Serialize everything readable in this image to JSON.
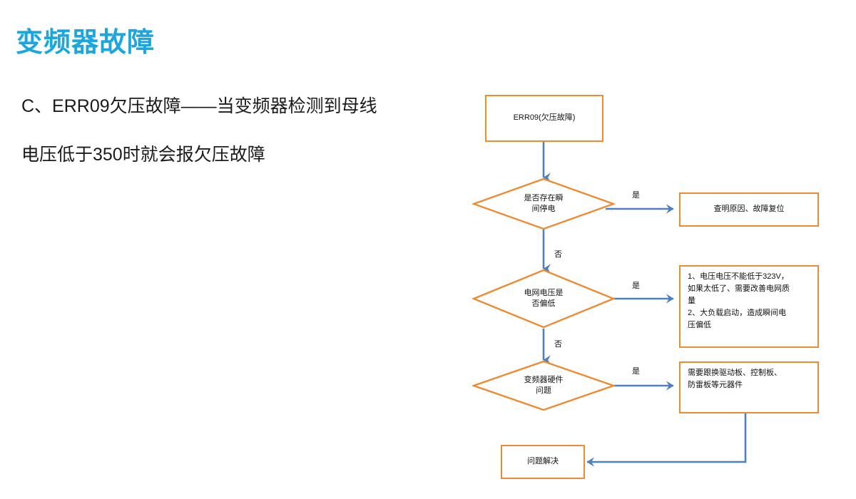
{
  "slide": {
    "title": "变频器故障",
    "title_color": "#1BA6E0",
    "body": [
      "C、ERR09欠压故障——当变频器检测到母线",
      "电压低于350时就会报欠压故障"
    ]
  },
  "palette": {
    "node_border": "#ED8B33",
    "connector": "#4E81BD",
    "title": "#1BA6E0",
    "background": "#FFFFFF"
  },
  "flowchart": {
    "type": "flowchart",
    "nodes": [
      {
        "id": "start",
        "shape": "rectangle",
        "lines": [
          "ERR09(欠压故障)"
        ]
      },
      {
        "id": "d1",
        "shape": "diamond",
        "lines": [
          "是否存在瞬",
          "间停电"
        ]
      },
      {
        "id": "a1",
        "shape": "rectangle",
        "lines": [
          "查明原因、故障复位"
        ]
      },
      {
        "id": "d2",
        "shape": "diamond",
        "lines": [
          "电网电压是",
          "否偏低"
        ]
      },
      {
        "id": "a2",
        "shape": "rectangle",
        "lines": [
          "1、电压电压不能低于323V，",
          "如果太低了、需要改善电网质",
          "量",
          "2、大负载启动，造成瞬间电",
          "压偏低"
        ]
      },
      {
        "id": "d3",
        "shape": "diamond",
        "lines": [
          "变频器硬件",
          "问题"
        ]
      },
      {
        "id": "a3",
        "shape": "rectangle",
        "lines": [
          "需要跟换驱动板、控制板、",
          "防雷板等元器件"
        ]
      },
      {
        "id": "end",
        "shape": "rectangle",
        "lines": [
          "问题解决"
        ]
      }
    ],
    "edges": [
      {
        "from": "start",
        "to": "d1",
        "label": ""
      },
      {
        "from": "d1",
        "to": "a1",
        "label": "是"
      },
      {
        "from": "d1",
        "to": "d2",
        "label": "否"
      },
      {
        "from": "d2",
        "to": "a2",
        "label": "是"
      },
      {
        "from": "d2",
        "to": "d3",
        "label": "否"
      },
      {
        "from": "d3",
        "to": "a3",
        "label": "是"
      },
      {
        "from": "a3",
        "to": "end",
        "label": ""
      }
    ],
    "labels": {
      "yes_1": "是",
      "no_1": "否",
      "yes_2": "是",
      "no_2": "否",
      "yes_3": "是"
    }
  }
}
